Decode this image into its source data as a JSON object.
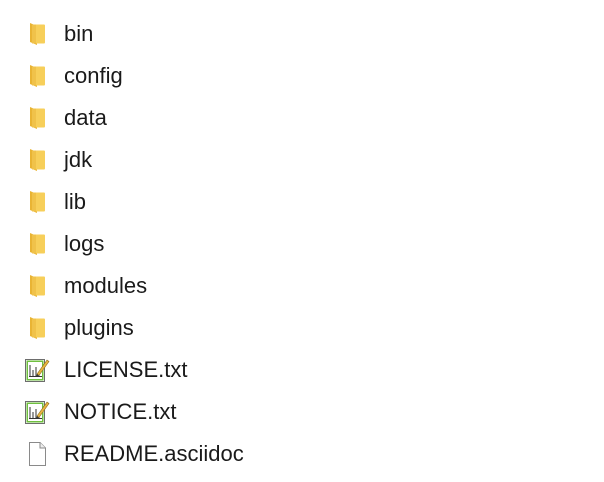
{
  "file_list": {
    "items": [
      {
        "name": "bin",
        "type": "folder",
        "icon": "folder-icon"
      },
      {
        "name": "config",
        "type": "folder",
        "icon": "folder-icon"
      },
      {
        "name": "data",
        "type": "folder",
        "icon": "folder-icon"
      },
      {
        "name": "jdk",
        "type": "folder",
        "icon": "folder-icon"
      },
      {
        "name": "lib",
        "type": "folder",
        "icon": "folder-icon"
      },
      {
        "name": "logs",
        "type": "folder",
        "icon": "folder-icon"
      },
      {
        "name": "modules",
        "type": "folder",
        "icon": "folder-icon"
      },
      {
        "name": "plugins",
        "type": "folder",
        "icon": "folder-icon"
      },
      {
        "name": "LICENSE.txt",
        "type": "text-file",
        "icon": "notepad-file-icon"
      },
      {
        "name": "NOTICE.txt",
        "type": "text-file",
        "icon": "notepad-file-icon"
      },
      {
        "name": "README.asciidoc",
        "type": "blank-file",
        "icon": "blank-file-icon"
      }
    ]
  },
  "colors": {
    "folder_front": "#f7cf5a",
    "folder_back": "#e9b434",
    "text": "#1a1a1a"
  }
}
